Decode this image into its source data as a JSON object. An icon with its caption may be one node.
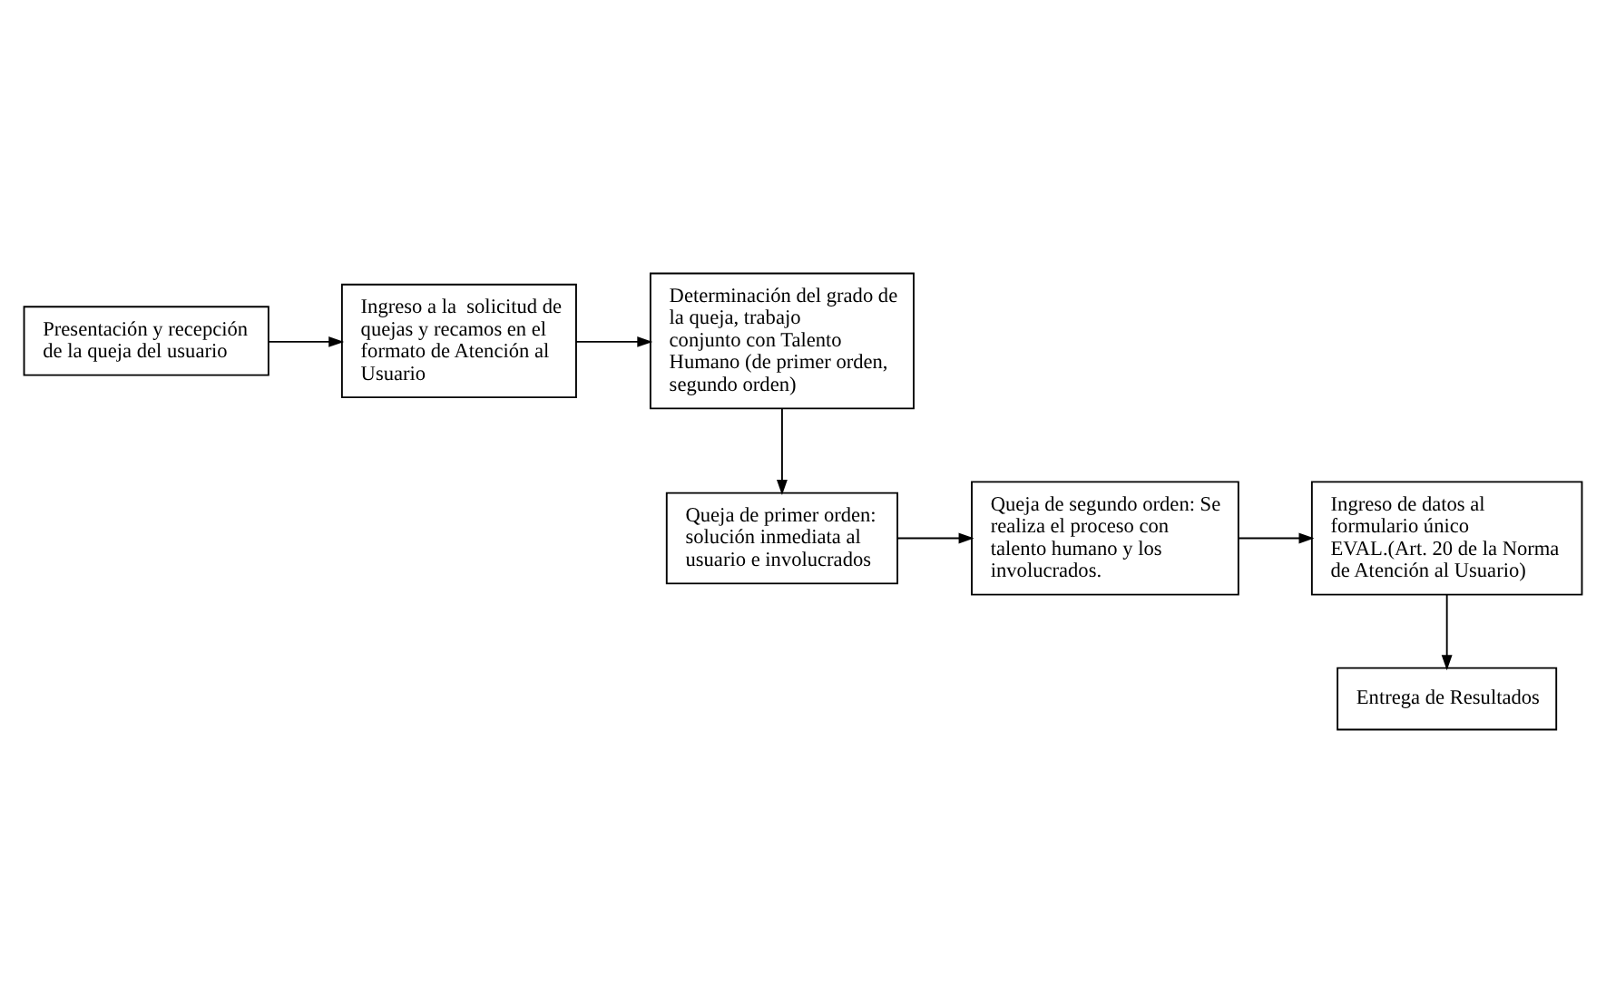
{
  "diagram": {
    "nodes": [
      {
        "text": [
          "Presentación y recepción de la queja del usuario"
        ]
      },
      {
        "text": [
          "Ingreso a la  solicitud de quejas y recamos en el formato de Atención al Usuario"
        ]
      },
      {
        "text": [
          "Determinación del grado de la queja, trabajo conjunto con Talento Humano (de primer orden, segundo orden)"
        ]
      },
      {
        "text": [
          "Queja de primer orden: solución inmediata al usuario e involucrados"
        ]
      },
      {
        "text": [
          "Queja de segundo orden: Se realiza el proceso con talento humano y los involucrados."
        ]
      },
      {
        "text": [
          "Ingreso de datos al formulario único EVAL.(Art. 20 de la Norma de Atención al Usuario)"
        ]
      },
      {
        "text": [
          "Entrega de Resultados"
        ]
      }
    ],
    "edges": [
      {
        "from": 0,
        "to": 1,
        "arrow": "to"
      },
      {
        "from": 1,
        "to": 2,
        "arrow": "to"
      },
      {
        "from": 2,
        "to": 3,
        "arrow": "to"
      },
      {
        "from": 3,
        "to": 4,
        "arrow": "to"
      },
      {
        "from": 4,
        "to": 5,
        "arrow": "to"
      },
      {
        "from": 5,
        "to": 6,
        "arrow": "to"
      }
    ]
  }
}
